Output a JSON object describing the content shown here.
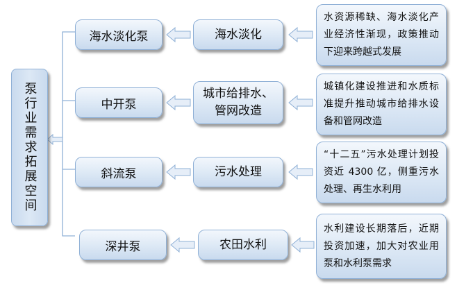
{
  "root": {
    "label": "泵行业需求拓展空间"
  },
  "rows": [
    {
      "category": "海水淡化泵",
      "driver": "海水淡化",
      "description": "水资源稀缺、海水淡化产业经济性渐现，政策推动下迎来跨越式发展"
    },
    {
      "category": "中开泵",
      "driver": "城市给排水、管网改造",
      "description": "城镇化建设推进和水质标准提升推动城市给排水设备和管网改造"
    },
    {
      "category": "斜流泵",
      "driver": "污水处理",
      "description": "“十二五”污水处理计划投资近 4300 亿，侧重污水处理、再生水利用"
    },
    {
      "category": "深井泵",
      "driver": "农田水利",
      "description": "水利建设长期落后，近期投资加速，加大对农业用泵和水利泵需求"
    }
  ],
  "colors": {
    "box_border": "#8fb0d6",
    "arrow": "#e6eef8",
    "connector": "#8fb0d6"
  }
}
